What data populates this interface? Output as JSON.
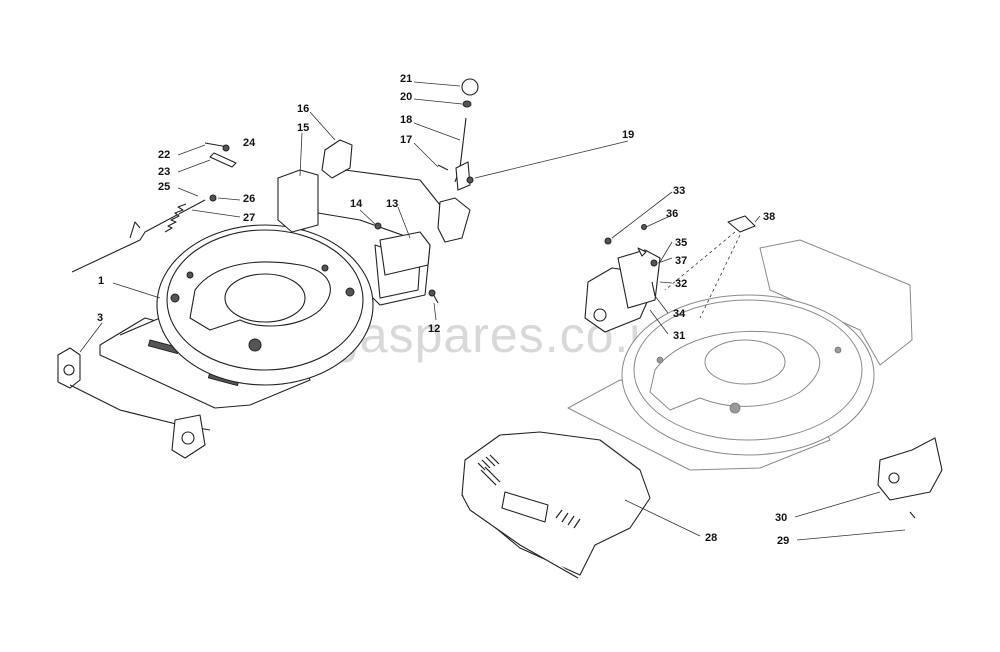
{
  "watermark": "stigaspares.co.uk",
  "labels": {
    "p1": "1",
    "p3": "3",
    "p12": "12",
    "p13": "13",
    "p14": "14",
    "p15": "15",
    "p16": "16",
    "p17": "17",
    "p18": "18",
    "p19": "19",
    "p20": "20",
    "p21": "21",
    "p22": "22",
    "p23": "23",
    "p24": "24",
    "p25": "25",
    "p26": "26",
    "p27": "27",
    "p28": "28",
    "p29": "29",
    "p30": "30",
    "p31": "31",
    "p32": "32",
    "p33": "33",
    "p34": "34",
    "p35": "35",
    "p36": "36",
    "p37": "37",
    "p38": "38"
  }
}
